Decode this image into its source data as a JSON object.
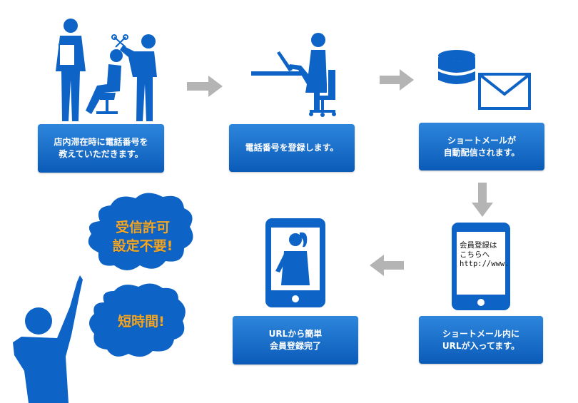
{
  "steps": [
    {
      "id": "step1",
      "label": "店内滞在時に電話番号を\n教えていただきます。"
    },
    {
      "id": "step2",
      "label": "電話番号を登録します。"
    },
    {
      "id": "step3",
      "label": "ショートメールが\n自動配信されます。"
    },
    {
      "id": "step4",
      "label": "ショートメール内に\nURLが入ってます。"
    },
    {
      "id": "step5",
      "label": "URLから簡単\n会員登録完了"
    }
  ],
  "phone": {
    "text": "会員登録は\nこちらへ\nhttp://www."
  },
  "bubbles": [
    {
      "id": "no-setting",
      "text": "受信許可\n設定不要!"
    },
    {
      "id": "short-time",
      "text": "短時間!"
    }
  ],
  "colors": {
    "figure": "#0d63c6",
    "box": "#1670d0",
    "arrow": "#b4b4b4",
    "bubble_text": "#f4a623"
  },
  "icons": [
    "salon-customer-icon",
    "phone-registration-icon",
    "database-icon",
    "mail-icon",
    "smartphone-message-icon",
    "smartphone-user-icon",
    "cheering-person-icon"
  ]
}
